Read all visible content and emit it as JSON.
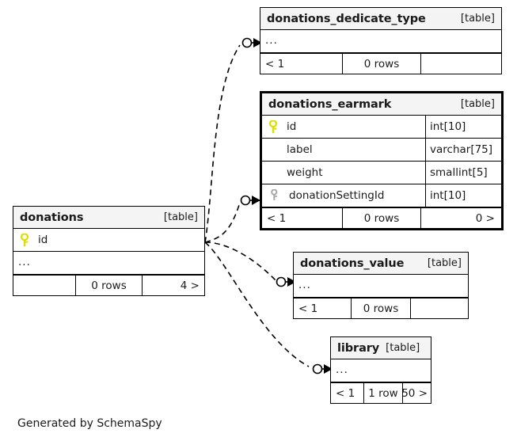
{
  "diagram": {
    "tool": "SchemaSpy",
    "caption": "Generated by SchemaSpy",
    "table_tag": "[table]",
    "ellipsis": "...",
    "colors": {
      "primary_key_icon": "#e3e300",
      "foreign_key_icon": "#a6a6a6",
      "header_background": "#f4f4f4",
      "border": "#000000",
      "text": "#1a1a1a",
      "background": "#ffffff"
    }
  },
  "tables": [
    {
      "id": "donations_dedicate_type",
      "name": "donations_dedicate_type",
      "tag": "[table]",
      "focused": false,
      "rows": [
        {
          "kind": "ellipsis",
          "name": "...",
          "type": ""
        }
      ],
      "footer": {
        "parents": "< 1",
        "rows": "0 rows",
        "children": ""
      }
    },
    {
      "id": "donations_earmark",
      "name": "donations_earmark",
      "tag": "[table]",
      "focused": true,
      "rows": [
        {
          "kind": "pk",
          "name": "id",
          "type": "int[10]"
        },
        {
          "kind": "plain",
          "name": "label",
          "type": "varchar[75]"
        },
        {
          "kind": "plain",
          "name": "weight",
          "type": "smallint[5]"
        },
        {
          "kind": "fk",
          "name": "donationSettingId",
          "type": "int[10]"
        }
      ],
      "footer": {
        "parents": "< 1",
        "rows": "0 rows",
        "children": "0 >"
      }
    },
    {
      "id": "donations",
      "name": "donations",
      "tag": "[table]",
      "focused": false,
      "rows": [
        {
          "kind": "pk",
          "name": "id",
          "type": ""
        },
        {
          "kind": "ellipsis",
          "name": "...",
          "type": ""
        }
      ],
      "footer": {
        "parents": "",
        "rows": "0 rows",
        "children": "4 >"
      }
    },
    {
      "id": "donations_value",
      "name": "donations_value",
      "tag": "[table]",
      "focused": false,
      "rows": [
        {
          "kind": "ellipsis",
          "name": "...",
          "type": ""
        }
      ],
      "footer": {
        "parents": "< 1",
        "rows": "0 rows",
        "children": ""
      }
    },
    {
      "id": "library",
      "name": "library",
      "tag": "[table]",
      "focused": false,
      "rows": [
        {
          "kind": "ellipsis",
          "name": "...",
          "type": ""
        }
      ],
      "footer": {
        "parents": "< 1",
        "rows": "1 row",
        "children": "50 >"
      }
    }
  ],
  "relationships": [
    {
      "from": "donations",
      "to": "donations_dedicate_type",
      "style": "dashed",
      "cardinality": "zero-or-one-to-many"
    },
    {
      "from": "donations",
      "to": "donations_earmark",
      "style": "dashed",
      "cardinality": "zero-or-one-to-many"
    },
    {
      "from": "donations",
      "to": "donations_value",
      "style": "dashed",
      "cardinality": "zero-or-one-to-many"
    },
    {
      "from": "donations",
      "to": "library",
      "style": "dashed",
      "cardinality": "zero-or-one-to-many"
    }
  ]
}
